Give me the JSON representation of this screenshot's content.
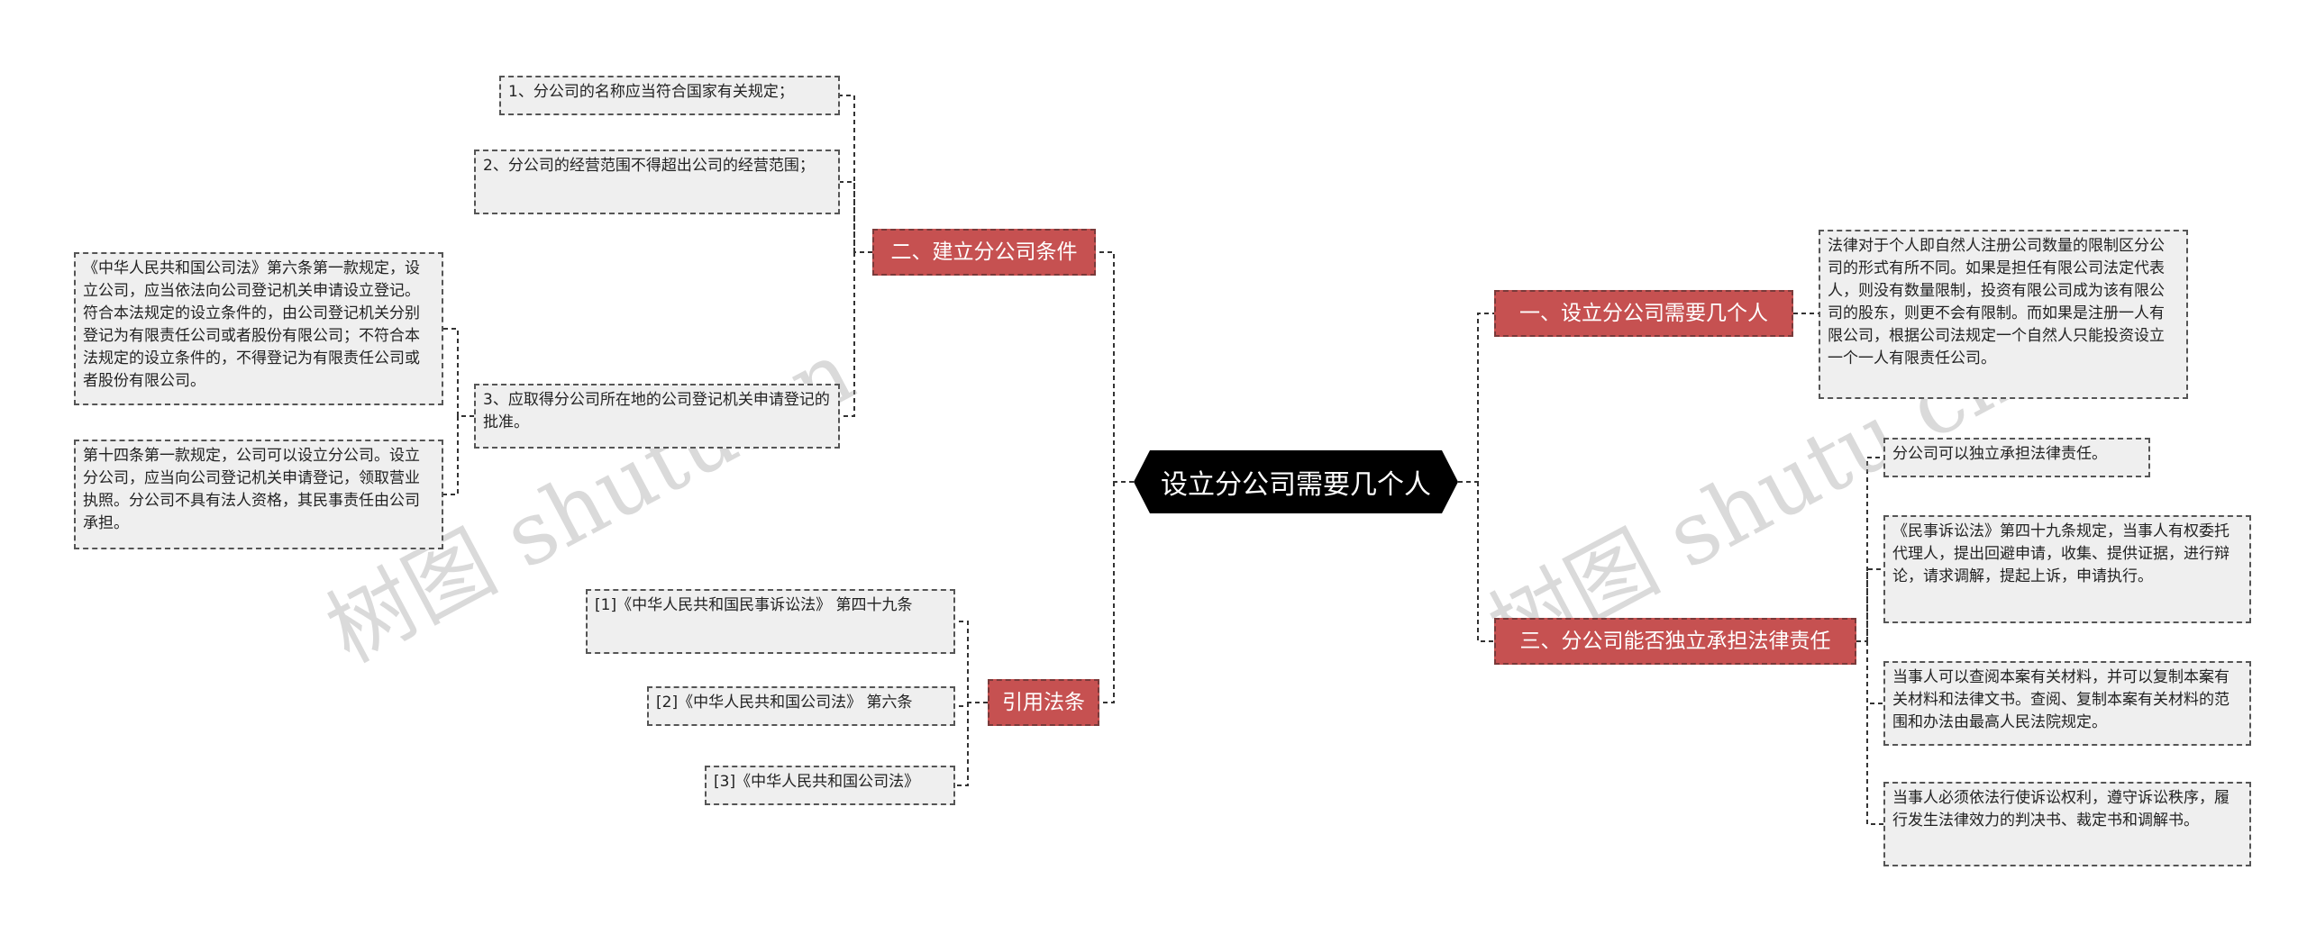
{
  "root": {
    "label": "设立分公司需要几个人"
  },
  "branches": {
    "b1": {
      "label": "一、设立分公司需要几个人"
    },
    "b2": {
      "label": "二、建立分公司条件"
    },
    "b3": {
      "label": "三、分公司能否独立承担法律责任"
    },
    "b4": {
      "label": "引用法条"
    }
  },
  "leaves": {
    "b1_1": "法律对于个人即自然人注册公司数量的限制区分公司的形式有所不同。如果是担任有限公司法定代表人，则没有数量限制，投资有限公司成为该有限公司的股东，则更不会有限制。而如果是注册一人有限公司，根据公司法规定一个自然人只能投资设立一个一人有限责任公司。",
    "b2_1": "1、分公司的名称应当符合国家有关规定；",
    "b2_2": "2、分公司的经营范围不得超出公司的经营范围；",
    "b2_3": "3、应取得分公司所在地的公司登记机关申请登记的批准。",
    "b2_3a": "《中华人民共和国公司法》第六条第一款规定，设立公司，应当依法向公司登记机关申请设立登记。符合本法规定的设立条件的，由公司登记机关分别登记为有限责任公司或者股份有限公司；不符合本法规定的设立条件的，不得登记为有限责任公司或者股份有限公司。",
    "b2_3b": "第十四条第一款规定，公司可以设立分公司。设立分公司，应当向公司登记机关申请登记，领取营业执照。分公司不具有法人资格，其民事责任由公司承担。",
    "b3_1": "分公司可以独立承担法律责任。",
    "b3_2": "《民事诉讼法》第四十九条规定，当事人有权委托代理人，提出回避申请，收集、提供证据，进行辩论，请求调解，提起上诉，申请执行。",
    "b3_3": "当事人可以查阅本案有关材料，并可以复制本案有关材料和法律文书。查阅、复制本案有关材料的范围和办法由最高人民法院规定。",
    "b3_4": "当事人必须依法行使诉讼权利，遵守诉讼秩序，履行发生法律效力的判决书、裁定书和调解书。",
    "b4_1": "[1]《中华人民共和国民事诉讼法》 第四十九条",
    "b4_2": "[2]《中华人民共和国公司法》 第六条",
    "b4_3": "[3]《中华人民共和国公司法》"
  },
  "watermark": [
    "树图 shutu.cn",
    "树图 shutu.cn"
  ],
  "colors": {
    "branch": "#c65151",
    "root": "#000000",
    "leaf_bg": "#efefef",
    "line": "#333333"
  }
}
